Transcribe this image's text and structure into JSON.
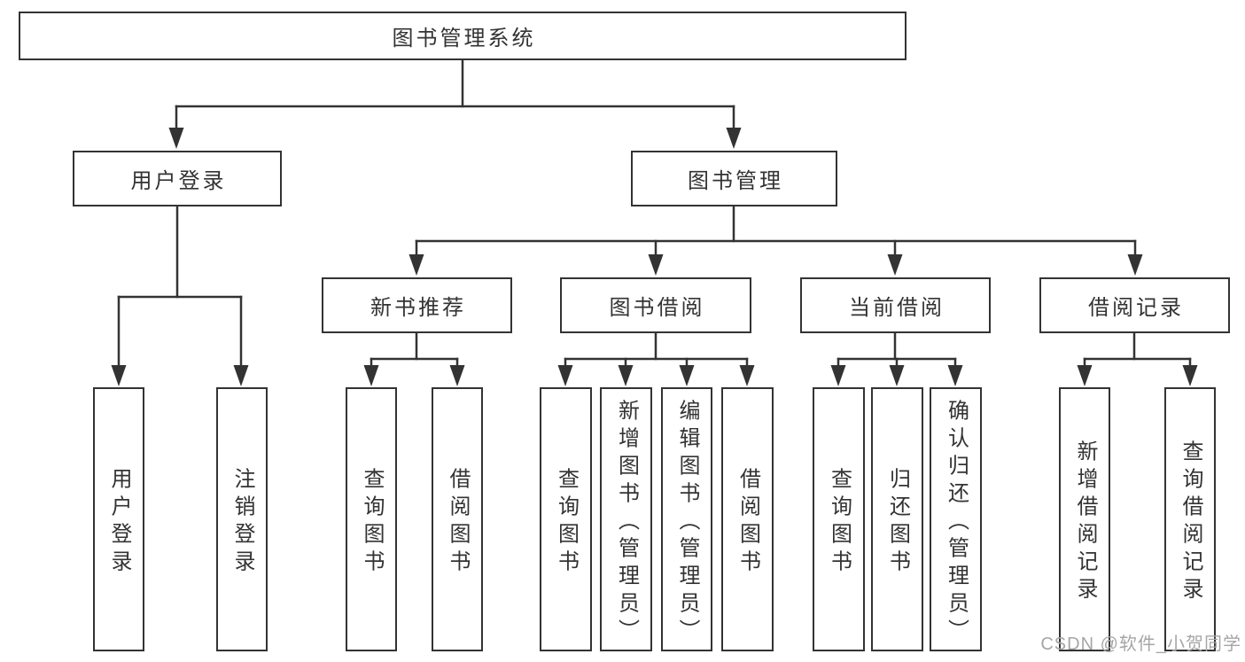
{
  "tree": {
    "label": "图书管理系统",
    "children": [
      {
        "label": "用户登录",
        "children": [
          {
            "label": "用户登录"
          },
          {
            "label": "注销登录"
          }
        ]
      },
      {
        "label": "图书管理",
        "children": [
          {
            "label": "新书推荐",
            "children": [
              {
                "label": "查询图书"
              },
              {
                "label": "借阅图书"
              }
            ]
          },
          {
            "label": "图书借阅",
            "children": [
              {
                "label": "查询图书"
              },
              {
                "label": "新增图书（管理员）"
              },
              {
                "label": "编辑图书（管理员）"
              },
              {
                "label": "借阅图书"
              }
            ]
          },
          {
            "label": "当前借阅",
            "children": [
              {
                "label": "查询图书"
              },
              {
                "label": "归还图书"
              },
              {
                "label": "确认归还（管理员）"
              }
            ]
          },
          {
            "label": "借阅记录",
            "children": [
              {
                "label": "新增借阅记录"
              },
              {
                "label": "查询借阅记录"
              }
            ]
          }
        ]
      }
    ]
  },
  "watermark": {
    "text": "CSDN @软件_小贺同学"
  },
  "colors": {
    "line": "#333333",
    "box_border": "#333333",
    "text": "#333333",
    "background": "#ffffff",
    "watermark": "#a6a6a6"
  }
}
